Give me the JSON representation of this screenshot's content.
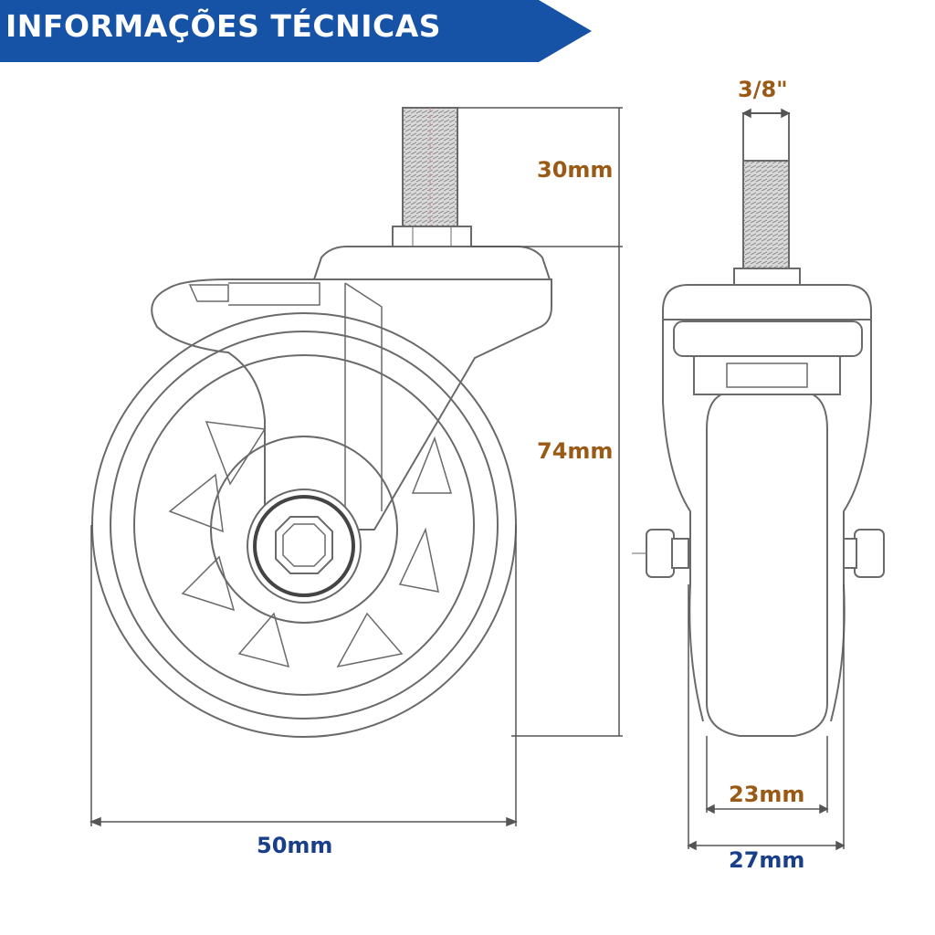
{
  "header": {
    "title": "INFORMAÇÕES TÉCNICAS"
  },
  "dimensions": {
    "thread_length": "30mm",
    "total_height": "74mm",
    "wheel_diameter": "50mm",
    "thread_size": "3/8\"",
    "wheel_width": "23mm",
    "overall_width": "27mm"
  },
  "colors": {
    "banner": "#1653a6",
    "accent_label": "#9a5a16",
    "blue_label": "#1a3f8a",
    "line": "#6a6a6a"
  }
}
